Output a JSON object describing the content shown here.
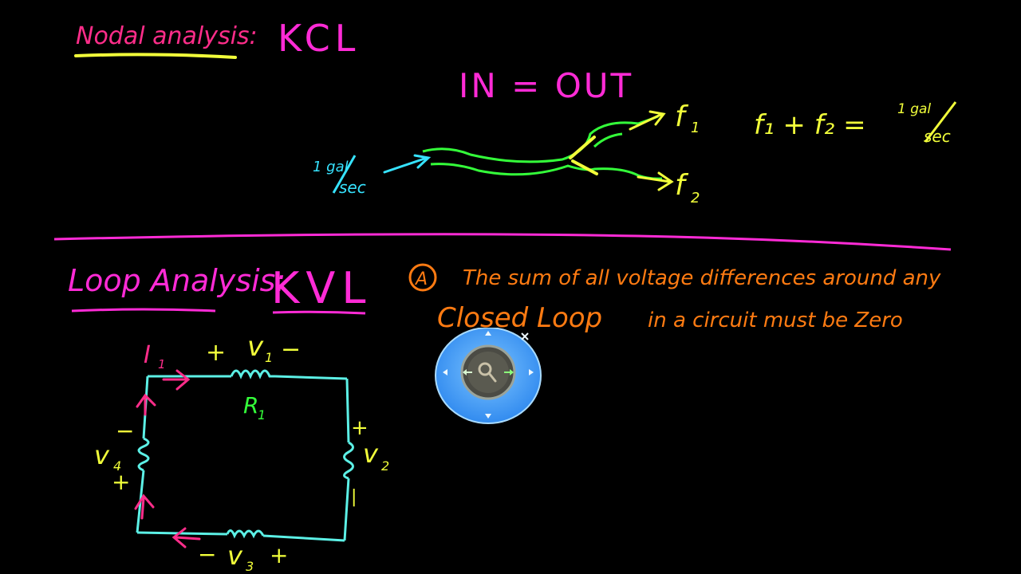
{
  "kcl": {
    "heading": "Nodal analysis:",
    "law": "KCL",
    "rule": "IN = OUT",
    "inflow_num": "1 gal",
    "inflow_den": "sec",
    "branch1": "f",
    "branch1_sub": "1",
    "branch2": "f",
    "branch2_sub": "2",
    "equation": "f₁ + f₂ =",
    "equation_num": "1 gal",
    "equation_den": "sec"
  },
  "kvl": {
    "heading": "Loop Analysis:",
    "law": "KVL",
    "marker": "A",
    "statement_line1": "The sum of all voltage differences around any",
    "statement_line2": "Closed Loop",
    "statement_line3": "in a circuit must be Zero"
  },
  "circuit": {
    "current": "I",
    "current_sub": "1",
    "v1": "v",
    "v1_sub": "1",
    "r1": "R",
    "r1_sub": "1",
    "v2": "v",
    "v2_sub": "2",
    "v3": "v",
    "v3_sub": "3",
    "v4": "v",
    "v4_sub": "4",
    "plus": "+",
    "minus": "−"
  },
  "colors": {
    "magenta": "#ff2bd6",
    "pink_red": "#ff2d8a",
    "yellow": "#f2ff3a",
    "green": "#34ff3a",
    "cyan": "#36e3ff",
    "orange": "#ff7b12",
    "teal": "#5cf0e6",
    "nav_blue": "#3a9cff"
  }
}
